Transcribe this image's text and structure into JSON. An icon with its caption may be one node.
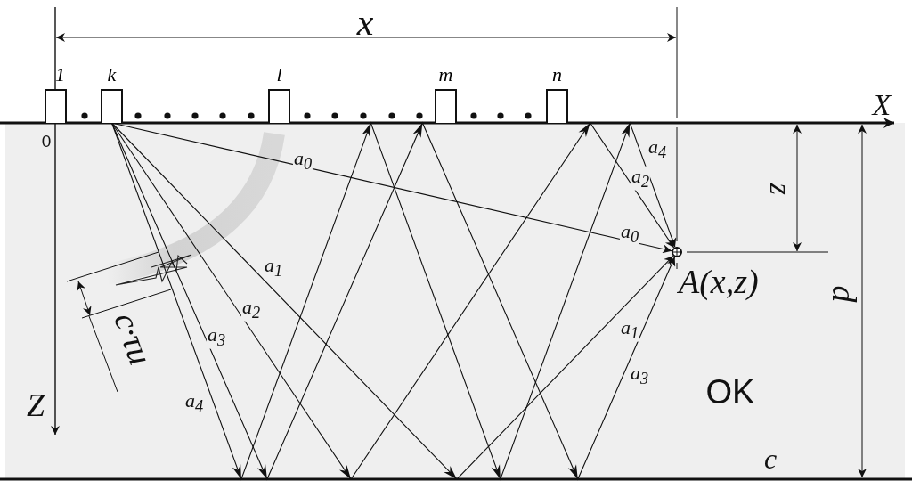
{
  "diagram": {
    "nodes": [
      {
        "text": [
          "1"
        ]
      },
      {
        "text": [
          "k"
        ]
      },
      {
        "text": [
          "l"
        ]
      },
      {
        "text": [
          "m"
        ]
      },
      {
        "text": [
          "n"
        ]
      },
      {
        "text": [],
        "shape": "circle",
        "beside": [
          "A(x,z)"
        ]
      }
    ],
    "edges": [
      {
        "from": 1,
        "to": 5,
        "arrow": "to",
        "label": "a$_{0}$"
      },
      {
        "from": 1,
        "to": 5,
        "arrow": "to",
        "label": "a$_{1}$"
      },
      {
        "from": 1,
        "to": 5,
        "arrow": "to",
        "label": "a$_{2}$"
      },
      {
        "from": 1,
        "to": 5,
        "arrow": "to",
        "label": "a$_{3}$"
      },
      {
        "from": 1,
        "to": 5,
        "arrow": "to",
        "label": "a$_{4}$"
      }
    ],
    "labels": [
      "x",
      "X",
      "0",
      "a$_{4}$",
      "z",
      "a$_{2}$",
      "a$_{0}$",
      "d",
      "a$_{1}$",
      "c·τи",
      "a$_{3}$",
      "Z",
      "OK",
      "c"
    ]
  }
}
